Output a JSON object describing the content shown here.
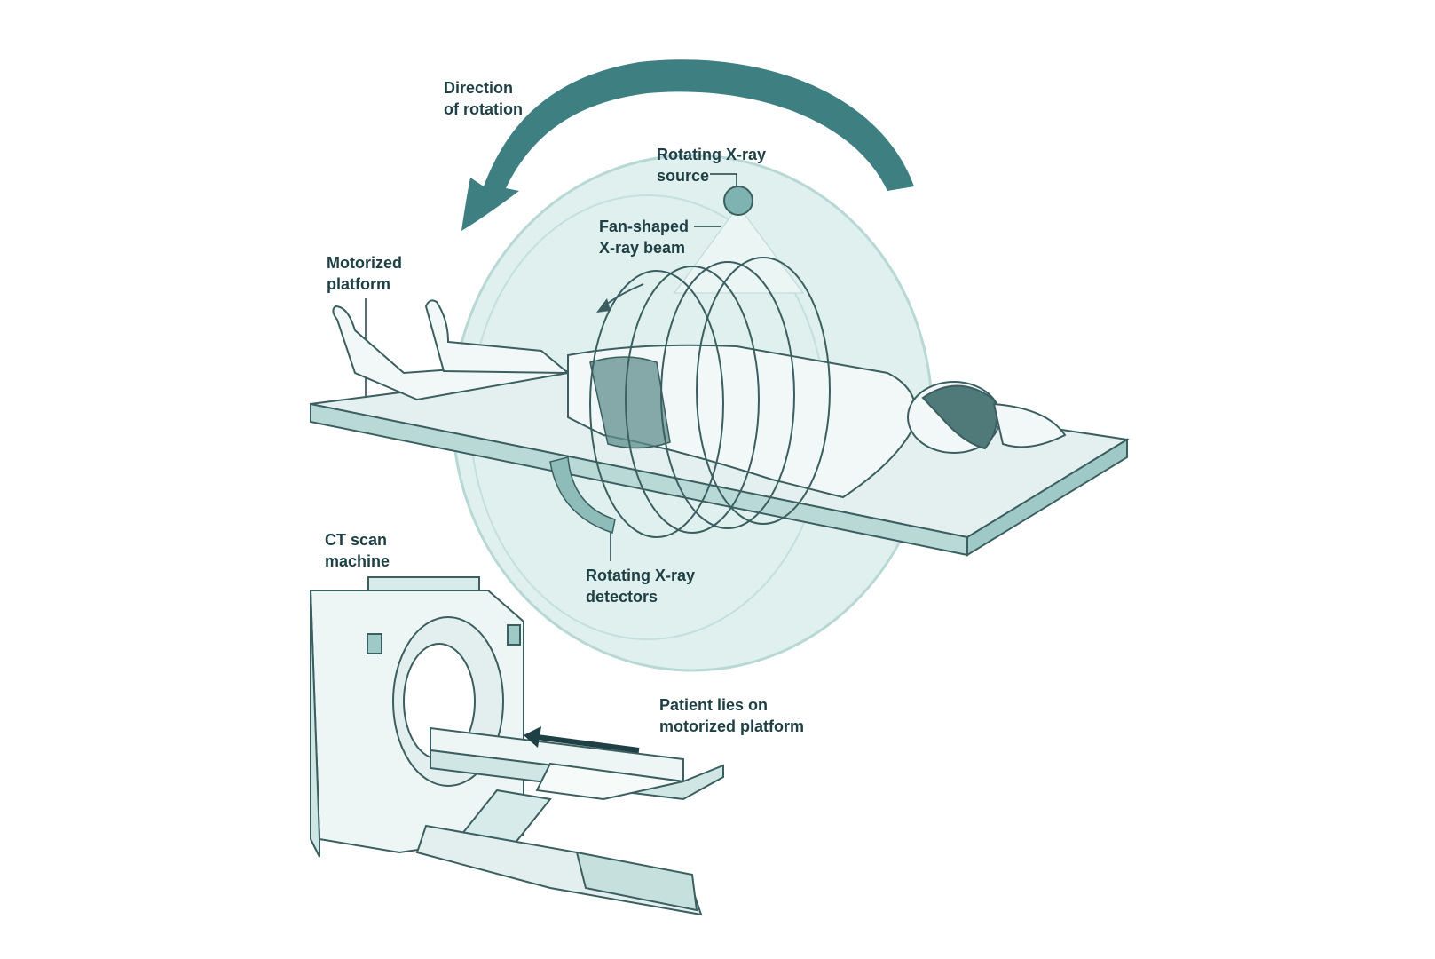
{
  "colors": {
    "ink": "#1e3f44",
    "arrow": "#3e7f82",
    "tint": "#d6ebea",
    "tint_dark": "#a9cfcd",
    "line": "#3b5f60",
    "background": "#ffffff"
  },
  "labels": {
    "direction": [
      "Direction",
      "of rotation"
    ],
    "source": [
      "Rotating X-ray",
      "source"
    ],
    "beam": [
      "Fan-shaped",
      "X-ray beam"
    ],
    "platform": [
      "Motorized",
      "platform"
    ],
    "detectors": [
      "Rotating X-ray",
      "detectors"
    ],
    "ct_machine": [
      "CT scan",
      "machine"
    ],
    "patient": [
      "Patient lies on",
      "motorized platform"
    ]
  }
}
